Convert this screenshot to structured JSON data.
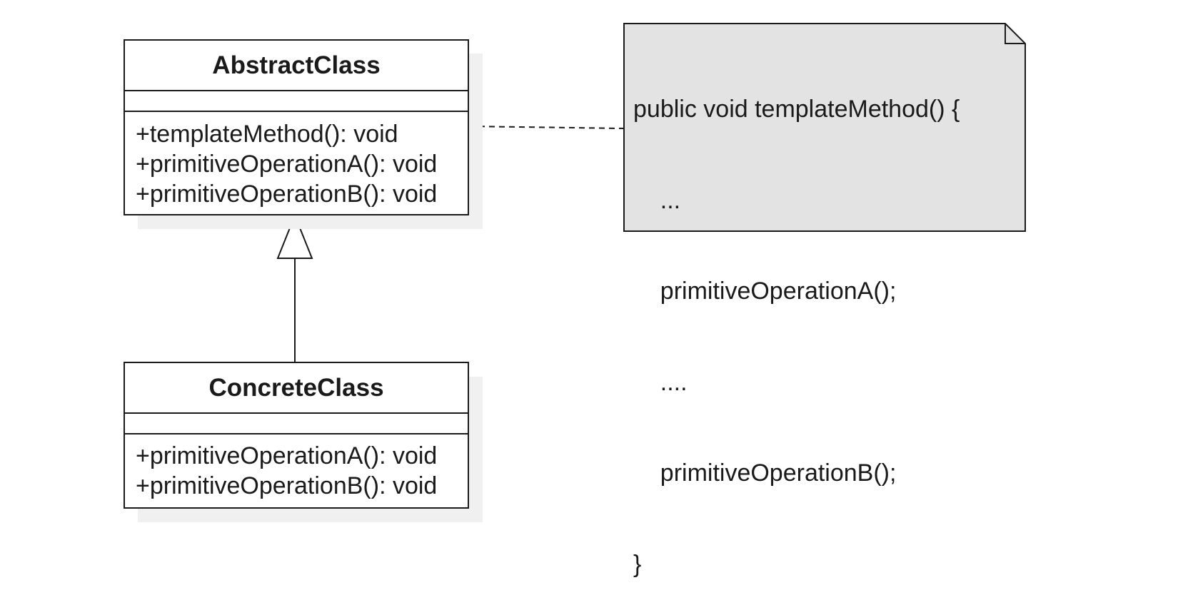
{
  "abstract_class": {
    "name": "AbstractClass",
    "operations": [
      "+templateMethod(): void",
      "+primitiveOperationA(): void",
      "+primitiveOperationB(): void"
    ]
  },
  "concrete_class": {
    "name": "ConcreteClass",
    "operations": [
      "+primitiveOperationA(): void",
      "+primitiveOperationB(): void"
    ]
  },
  "note": {
    "lines": [
      "public void templateMethod() {",
      "    ...",
      "    primitiveOperationA();",
      "    ....",
      "    primitiveOperationB();",
      "}"
    ]
  },
  "colors": {
    "line": "#1a1a1a",
    "note_fill": "#e3e3e3",
    "shadow": "#f0f0f0"
  }
}
